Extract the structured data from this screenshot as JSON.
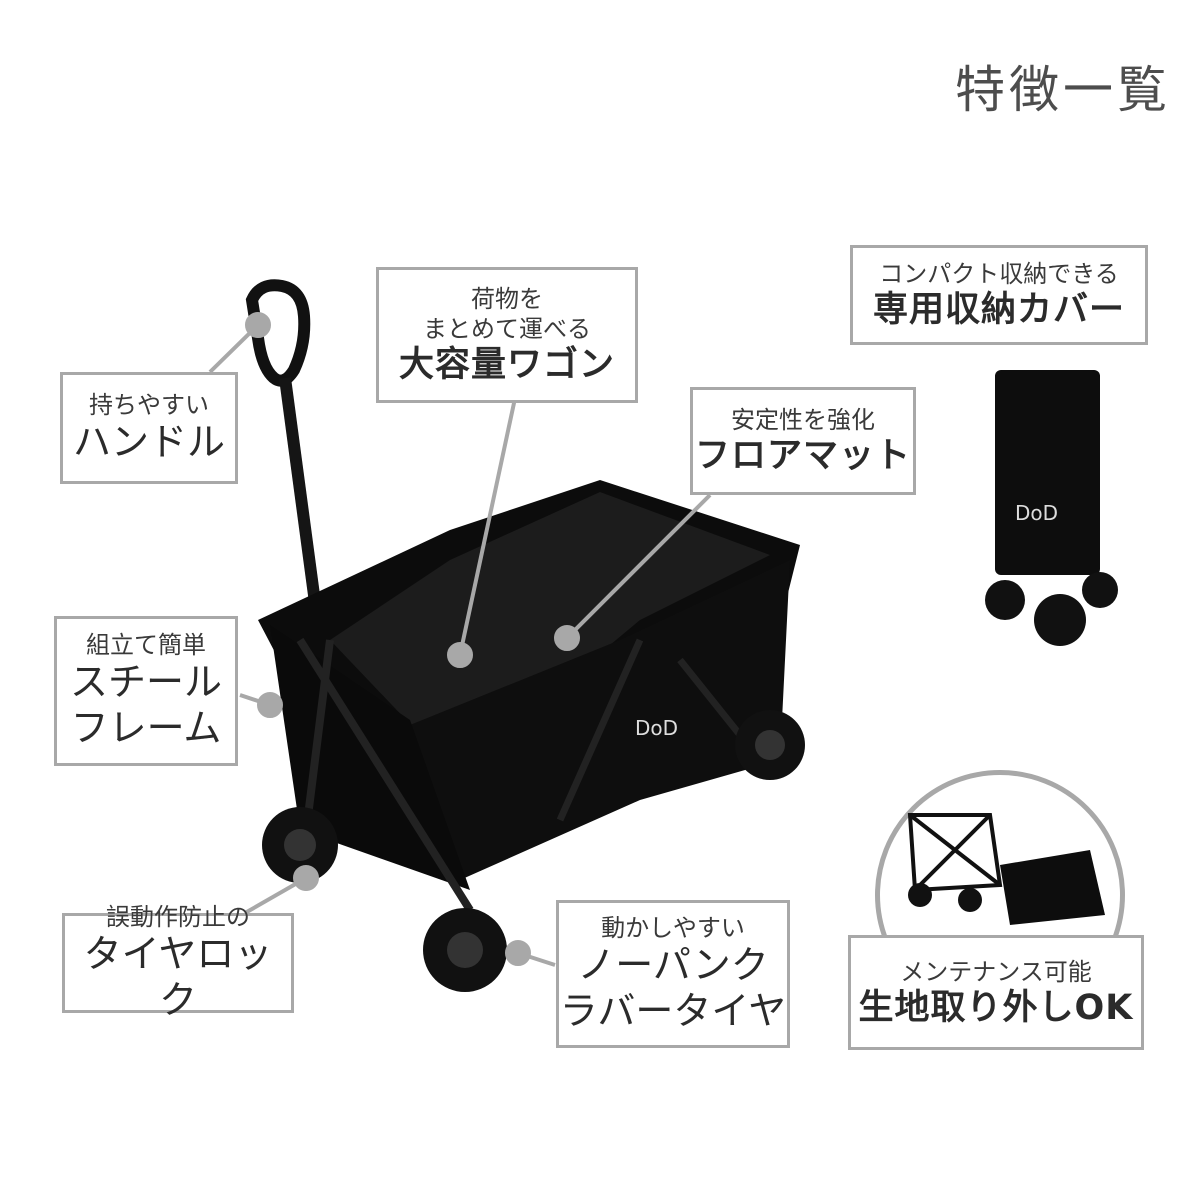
{
  "title": "特徴一覧",
  "callouts": {
    "handle": {
      "sub": "持ちやすい",
      "main": "ハンドル"
    },
    "capacity": {
      "sub1": "荷物を",
      "sub2": "まとめて運べる",
      "main": "大容量ワゴン"
    },
    "floor_mat": {
      "sub": "安定性を強化",
      "main": "フロアマット"
    },
    "frame": {
      "sub": "組立て簡単",
      "main1": "スチール",
      "main2": "フレーム"
    },
    "tire_lock": {
      "sub": "誤動作防止の",
      "main": "タイヤロック"
    },
    "tires": {
      "sub": "動かしやすい",
      "main1": "ノーパンク",
      "main2": "ラバータイヤ"
    },
    "cover": {
      "sub": "コンパクト収納できる",
      "main": "専用収納カバー"
    },
    "maintenance": {
      "sub": "メンテナンス可能",
      "main": "生地取り外しOK"
    }
  },
  "brand": {
    "logo_text": "DOD"
  },
  "colors": {
    "connector": "#a8a8a8",
    "box_border": "#a8a8a8",
    "product": "#111111"
  }
}
